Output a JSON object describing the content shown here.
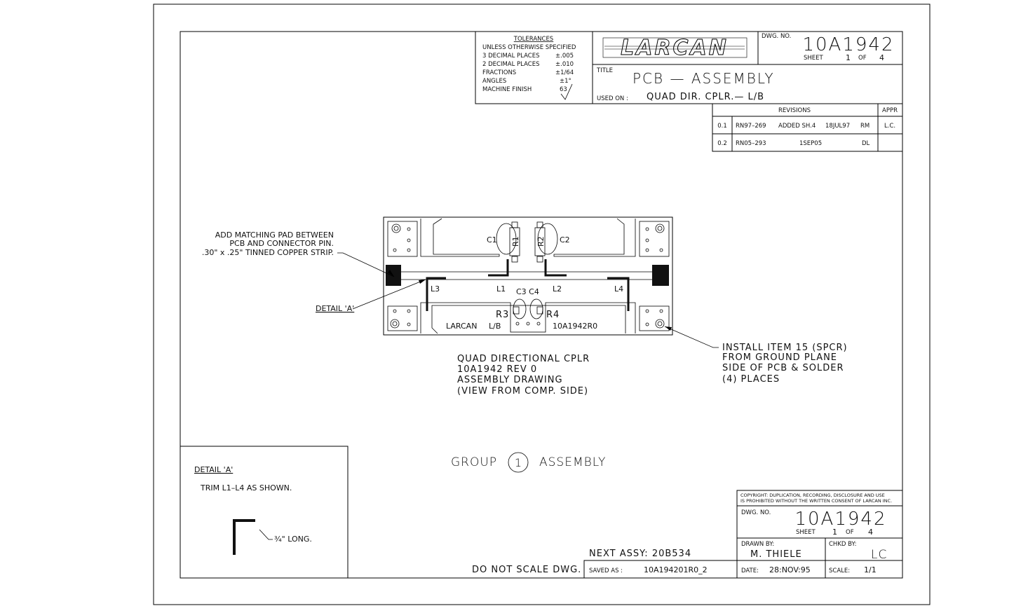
{
  "tolerances": {
    "heading": "TOLERANCES",
    "line1": "UNLESS OTHERWISE SPECIFIED",
    "rows": [
      {
        "label": "3 DECIMAL PLACES",
        "value": "±.005"
      },
      {
        "label": "2 DECIMAL PLACES",
        "value": "±.010"
      },
      {
        "label": "FRACTIONS",
        "value": "±1/64"
      },
      {
        "label": "ANGLES",
        "value": "±1°"
      },
      {
        "label": "MACHINE FINISH",
        "value": "63"
      }
    ]
  },
  "logo": {
    "text": "LARCAN"
  },
  "title_block_top": {
    "dwg_no_label": "DWG. NO.",
    "dwg_no": "10A1942",
    "sheet_label": "SHEET",
    "sheet": "1",
    "of_label": "OF",
    "of": "4",
    "title_label": "TITLE",
    "title": "PCB  —  ASSEMBLY",
    "used_on_label": "USED ON :",
    "used_on": "QUAD DIR. CPLR.— L/B"
  },
  "revisions": {
    "heading": "REVISIONS",
    "appr_heading": "APPR",
    "rows": [
      {
        "rev": "0.1",
        "rn": "RN97–269",
        "desc": "ADDED SH.4",
        "date": "18JUL97",
        "by": "RM",
        "appr": "L.C."
      },
      {
        "rev": "0.2",
        "rn": "RN05–293",
        "desc": "",
        "date": "1SEP05",
        "by": "DL",
        "appr": ""
      }
    ]
  },
  "notes": {
    "pad_note": [
      "ADD MATCHING PAD BETWEEN",
      "PCB AND CONNECTOR PIN.",
      ".30\" x .25\" TINNED COPPER STRIP."
    ],
    "detail_a": "DETAIL 'A'",
    "install_note": [
      "INSTALL ITEM 15 (SPCR)",
      "FROM GROUND PLANE",
      "SIDE OF PCB & SOLDER",
      "(4) PLACES"
    ],
    "caption": [
      "QUAD DIRECTIONAL CPLR",
      "10A1942 REV 0",
      "ASSEMBLY DRAWING",
      "(VIEW FROM COMP. SIDE)"
    ],
    "group_left": "GROUP",
    "group_num": "1",
    "group_right": "ASSEMBLY"
  },
  "board": {
    "labels": {
      "c1": "C1",
      "c2": "C2",
      "r1": "R1",
      "r2": "R2",
      "l1": "L1",
      "l2": "L2",
      "l3": "L3",
      "l4": "L4",
      "c3c4": "C3 C4",
      "r3": "R3",
      "r4": "R4",
      "larcan": "LARCAN",
      "lb": "L/B",
      "partno": "10A1942R0"
    }
  },
  "detail_box": {
    "title": "DETAIL 'A'",
    "instr": "TRIM L1–L4 AS SHOWN.",
    "dim": "¾\" LONG."
  },
  "bottom": {
    "next_assy": "NEXT ASSY:  20B534",
    "do_not_scale": "DO NOT SCALE DWG.",
    "saved_as_label": "SAVED AS :",
    "saved_as": "10A194201R0_2"
  },
  "title_block_bottom": {
    "copyright": [
      "COPYRIGHT: DUPLICATION, RECORDING, DISCLOSURE AND USE",
      "IS PROHIBITED WITHOUT THE WRITTEN CONSENT OF LARCAN INC."
    ],
    "dwg_no_label": "DWG. NO.",
    "dwg_no": "10A1942",
    "sheet_label": "SHEET",
    "sheet": "1",
    "of_label": "OF",
    "of": "4",
    "drawn_by_label": "DRAWN BY:",
    "drawn_by": "M. THIELE",
    "chkd_by_label": "CHKD BY:",
    "chkd_by": "LC",
    "date_label": "DATE:",
    "date": "28:NOV:95",
    "scale_label": "SCALE:",
    "scale": "1/1"
  }
}
